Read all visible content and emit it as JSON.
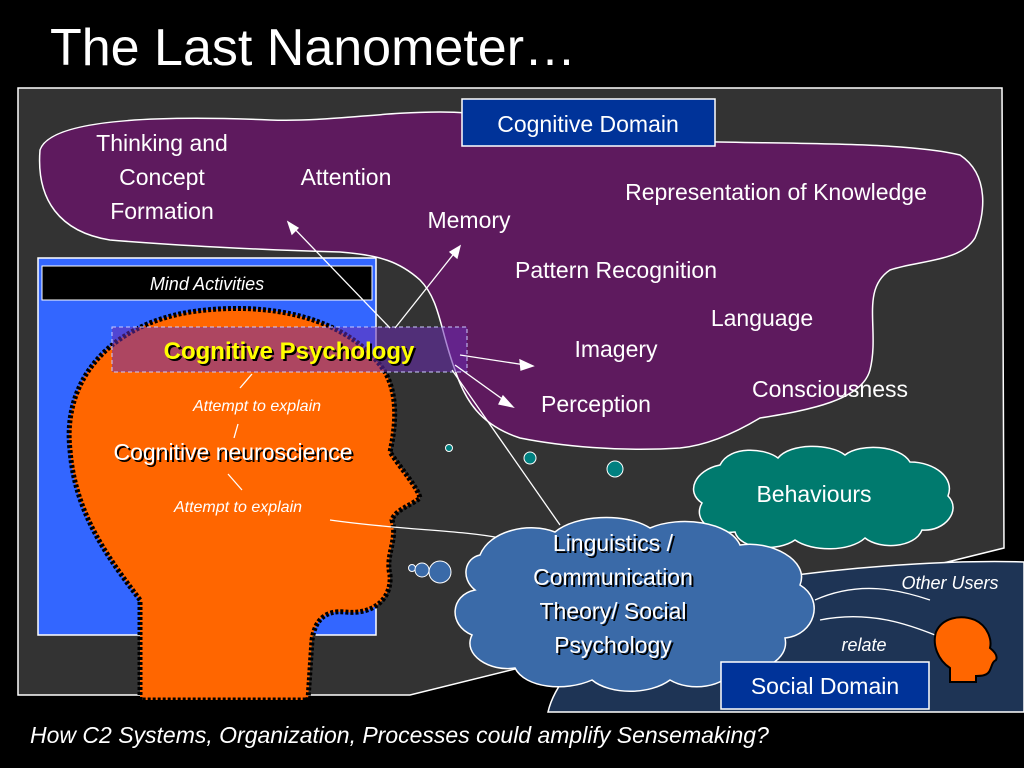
{
  "title": "The Last Nanometer…",
  "cognitive_domain": {
    "label": "Cognitive Domain",
    "concepts": {
      "thinking_line1": "Thinking and",
      "thinking_line2": "Concept",
      "thinking_line3": "Formation",
      "attention": "Attention",
      "memory": "Memory",
      "representation": "Representation of Knowledge",
      "pattern_recognition": "Pattern Recognition",
      "language": "Language",
      "imagery": "Imagery",
      "consciousness": "Consciousness",
      "perception": "Perception"
    }
  },
  "mind_activities": "Mind Activities",
  "cognitive_psychology": "Cognitive Psychology",
  "attempt_to_explain_1": "Attempt to explain",
  "cognitive_neuroscience": "Cognitive neuroscience",
  "attempt_to_explain_2": "Attempt to explain",
  "behaviours": "Behaviours",
  "linguistics": {
    "line1": "Linguistics /",
    "line2": "Communication",
    "line3": "Theory/ Social",
    "line4": "Psychology"
  },
  "other_users": "Other Users",
  "relate": "relate",
  "social_domain": "Social Domain",
  "footer_question": "How C2 Systems, Organization, Processes could amplify Sensemaking?",
  "colors": {
    "background": "#000000",
    "panel": "#333333",
    "cloud_purple": "#5e1a5e",
    "head_orange": "#ff6600",
    "blue_panel": "#3366ff",
    "navy_box": "#003399",
    "teal_cloud": "#007a6e",
    "steel_cloud": "#3a6aa8",
    "social_blob": "#1e3455",
    "yellow": "#ffff00"
  }
}
